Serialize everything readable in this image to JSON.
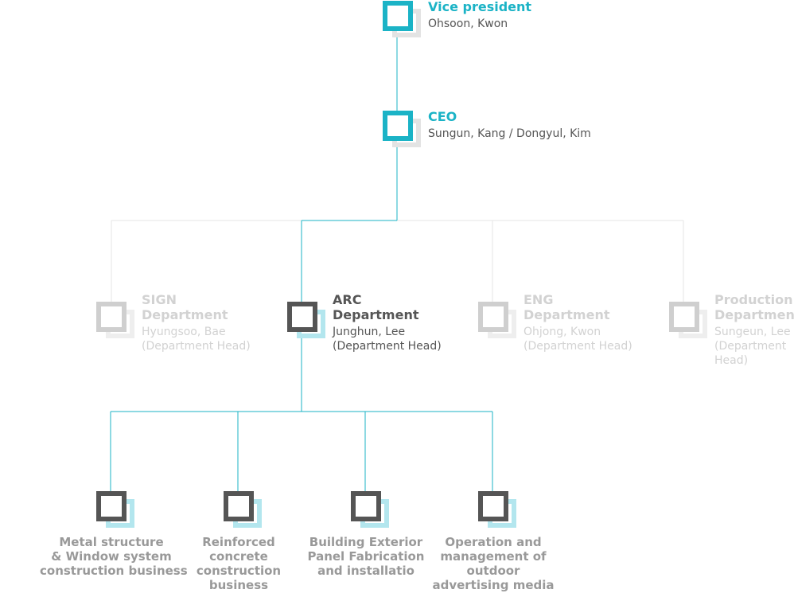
{
  "org": {
    "vice_president": {
      "title": "Vice president",
      "name": "Ohsoon, Kwon"
    },
    "ceo": {
      "title": "CEO",
      "name": "Sungun, Kang / Dongyul, Kim"
    },
    "departments": [
      {
        "title_lines": [
          "SIGN",
          "Department"
        ],
        "name_lines": [
          "Hyungsoo, Bae",
          "(Department Head)"
        ],
        "active": false
      },
      {
        "title_lines": [
          "ARC",
          "Department"
        ],
        "name_lines": [
          "Junghun, Lee",
          "(Department Head)"
        ],
        "active": true
      },
      {
        "title_lines": [
          "ENG",
          "Department"
        ],
        "name_lines": [
          "Ohjong, Kwon",
          "(Department Head)"
        ],
        "active": false
      },
      {
        "title_lines": [
          "Production",
          "Department"
        ],
        "name_lines": [
          "Sungeun, Lee",
          "(Department",
          "Head)"
        ],
        "active": false
      }
    ],
    "businesses": [
      {
        "label_lines": [
          "Metal structure",
          "& Window system",
          "construction business"
        ]
      },
      {
        "label_lines": [
          "Reinforced",
          "concrete",
          "construction",
          "business"
        ]
      },
      {
        "label_lines": [
          "Building Exterior",
          "Panel Fabrication",
          "and installatio"
        ]
      },
      {
        "label_lines": [
          "Operation and",
          "management of",
          "outdoor",
          "advertising media"
        ]
      }
    ]
  },
  "colors": {
    "accent": "#1bb3c6",
    "dark": "#555555",
    "faded": "#d2d2d2",
    "line_light": "#e6e6e6",
    "shadow_light": "#b3e6ee"
  }
}
